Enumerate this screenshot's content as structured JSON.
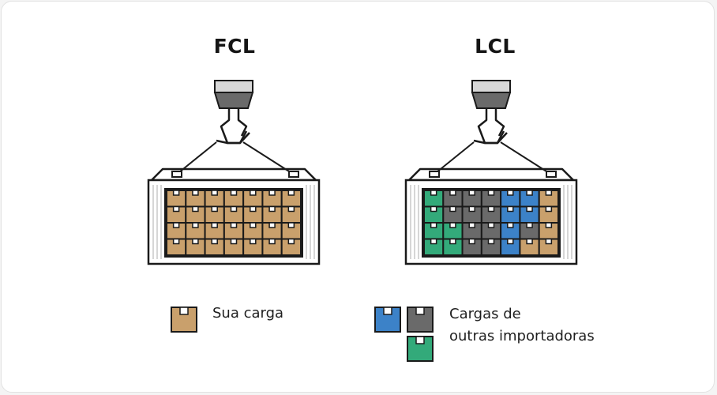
{
  "fcl": {
    "title": "FCL",
    "rows": [
      [
        "tan",
        "tan",
        "tan",
        "tan",
        "tan",
        "tan",
        "tan"
      ],
      [
        "tan",
        "tan",
        "tan",
        "tan",
        "tan",
        "tan",
        "tan"
      ],
      [
        "tan",
        "tan",
        "tan",
        "tan",
        "tan",
        "tan",
        "tan"
      ],
      [
        "tan",
        "tan",
        "tan",
        "tan",
        "tan",
        "tan",
        "tan"
      ]
    ]
  },
  "lcl": {
    "title": "LCL",
    "rows": [
      [
        "green",
        "gray",
        "gray",
        "gray",
        "blue",
        "blue",
        "tan"
      ],
      [
        "green",
        "gray",
        "gray",
        "gray",
        "blue",
        "blue",
        "tan"
      ],
      [
        "green",
        "green",
        "gray",
        "gray",
        "blue",
        "gray",
        "tan"
      ],
      [
        "green",
        "green",
        "gray",
        "gray",
        "blue",
        "tan",
        "tan"
      ]
    ]
  },
  "legend": {
    "own_cargo": "Sua carga",
    "others_line1": "Cargas de",
    "others_line2": "outras importadoras"
  },
  "colors": {
    "tan": "#c9a06c",
    "blue": "#3c82c8",
    "gray": "#6a6a6a",
    "green": "#33aa7a",
    "outline": "#1a1a1a",
    "hook_top": "#d8d8d8",
    "hook_bottom": "#6a6a6a",
    "container_stripe": "#c8c8c8"
  }
}
